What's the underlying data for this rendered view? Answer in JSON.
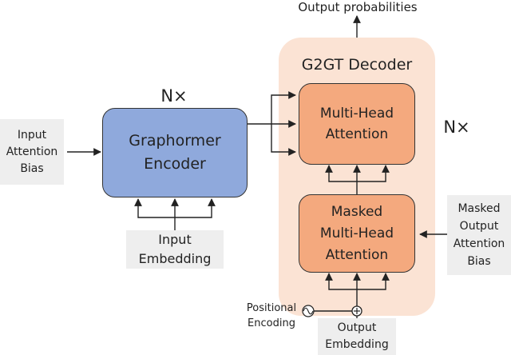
{
  "top_output_label": "Output probabilities",
  "decoder": {
    "title": "G2GT Decoder",
    "repeat_label": "N×",
    "attention_block": "Multi-Head\nAttention",
    "masked_block": "Masked\nMulti-Head\nAttention",
    "panel_color": "#fbe3d4",
    "block_color": "#f4a97e",
    "block_border": "#333333"
  },
  "encoder": {
    "label": "Graphormer\nEncoder",
    "repeat_label": "N×",
    "block_color": "#8fa9dc",
    "block_border": "#333333"
  },
  "inputs": {
    "input_attention_bias": "Input\nAttention\nBias",
    "input_embedding": "Input\nEmbedding",
    "masked_output_attention_bias": "Masked\nOutput\nAttention\nBias",
    "positional_encoding": "Positional\nEncoding",
    "output_embedding": "Output\nEmbedding"
  }
}
